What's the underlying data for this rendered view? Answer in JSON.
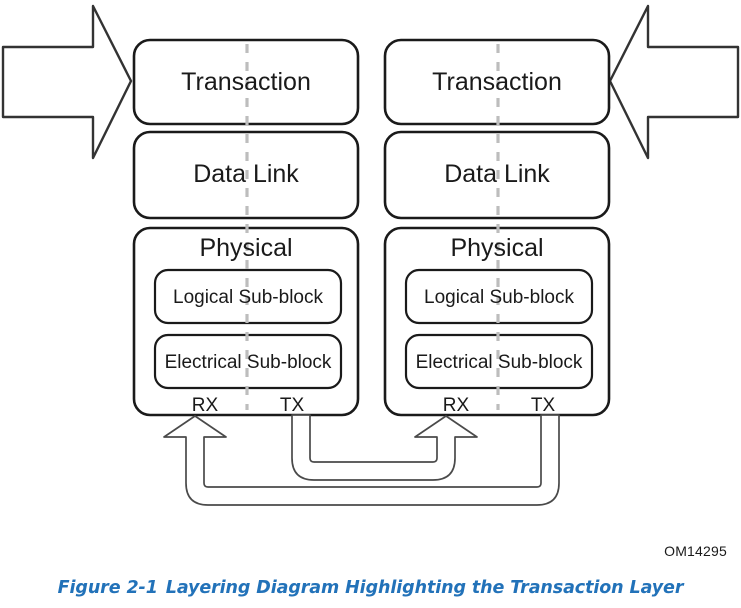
{
  "figure": {
    "code": "OM14295",
    "caption_prefix": "Figure  2-1",
    "caption_text": "Layering Diagram Highlighting the Transaction Layer"
  },
  "colors": {
    "stroke": "#1a1a1a",
    "divider": "#bdbdbd",
    "connector": "#4a4a4a",
    "caption": "#2272b9",
    "background": "#ffffff"
  },
  "stacks": [
    {
      "id": "left",
      "layers": [
        {
          "name": "transaction",
          "label": "Transaction"
        },
        {
          "name": "data-link",
          "label": "Data Link"
        },
        {
          "name": "physical",
          "label": "Physical"
        }
      ],
      "sub_blocks": [
        {
          "name": "logical-sub-block",
          "label": "Logical Sub-block"
        },
        {
          "name": "electrical-sub-block",
          "label": "Electrical Sub-block"
        }
      ],
      "ports": [
        {
          "name": "rx",
          "label": "RX"
        },
        {
          "name": "tx",
          "label": "TX"
        }
      ]
    },
    {
      "id": "right",
      "layers": [
        {
          "name": "transaction",
          "label": "Transaction"
        },
        {
          "name": "data-link",
          "label": "Data Link"
        },
        {
          "name": "physical",
          "label": "Physical"
        }
      ],
      "sub_blocks": [
        {
          "name": "logical-sub-block",
          "label": "Logical Sub-block"
        },
        {
          "name": "electrical-sub-block",
          "label": "Electrical Sub-block"
        }
      ],
      "ports": [
        {
          "name": "rx",
          "label": "RX"
        },
        {
          "name": "tx",
          "label": "TX"
        }
      ]
    }
  ],
  "flow_arrows": [
    {
      "name": "inbound-arrow-left",
      "direction": "right"
    },
    {
      "name": "inbound-arrow-right",
      "direction": "left"
    }
  ],
  "links": [
    {
      "name": "link-left-tx-to-right-rx",
      "from": "left.tx",
      "to": "right.rx"
    },
    {
      "name": "link-right-tx-to-left-rx",
      "from": "right.tx",
      "to": "left.rx"
    }
  ]
}
